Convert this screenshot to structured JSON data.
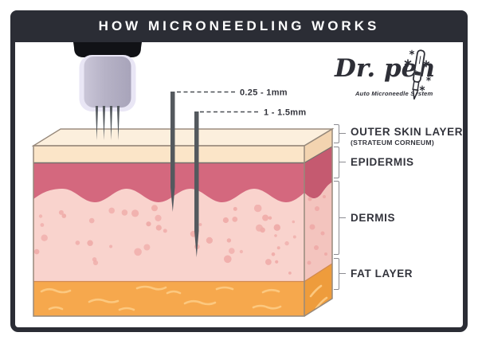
{
  "header": {
    "title": "HOW MICRONEEDLING WORKS"
  },
  "brand": {
    "name": "Dr. pen",
    "tagline": "Auto Microneedle System"
  },
  "measurements": [
    {
      "label": "0.25 - 1mm"
    },
    {
      "label": "1 - 1.5mm"
    }
  ],
  "skin_layers": [
    {
      "label": "OUTER SKIN LAYER",
      "sublabel": "(STRATEUM CORNEUM)"
    },
    {
      "label": "EPIDERMIS"
    },
    {
      "label": "DERMIS"
    },
    {
      "label": "FAT LAYER"
    }
  ],
  "colors": {
    "banner": "#2b2d35",
    "outer_skin_front": "#fbe5c8",
    "outer_skin_top": "#fcefdd",
    "outer_skin_side": "#f3d4b0",
    "epidermis": "#d4687e",
    "epidermis_side": "#c55a70",
    "dermis": "#f9d3cd",
    "dermis_side": "#f3c4be",
    "dermis_dot": "#efaca9",
    "fat": "#f6a84d",
    "fat_side": "#ee9c3c",
    "fat_squiggle": "#fcc87f",
    "needle": "#54595e",
    "cartridge": "#b8b4c8",
    "cartridge_glow": "#e9e6f5",
    "device_cap": "#111216",
    "label_text": "#33343c"
  }
}
